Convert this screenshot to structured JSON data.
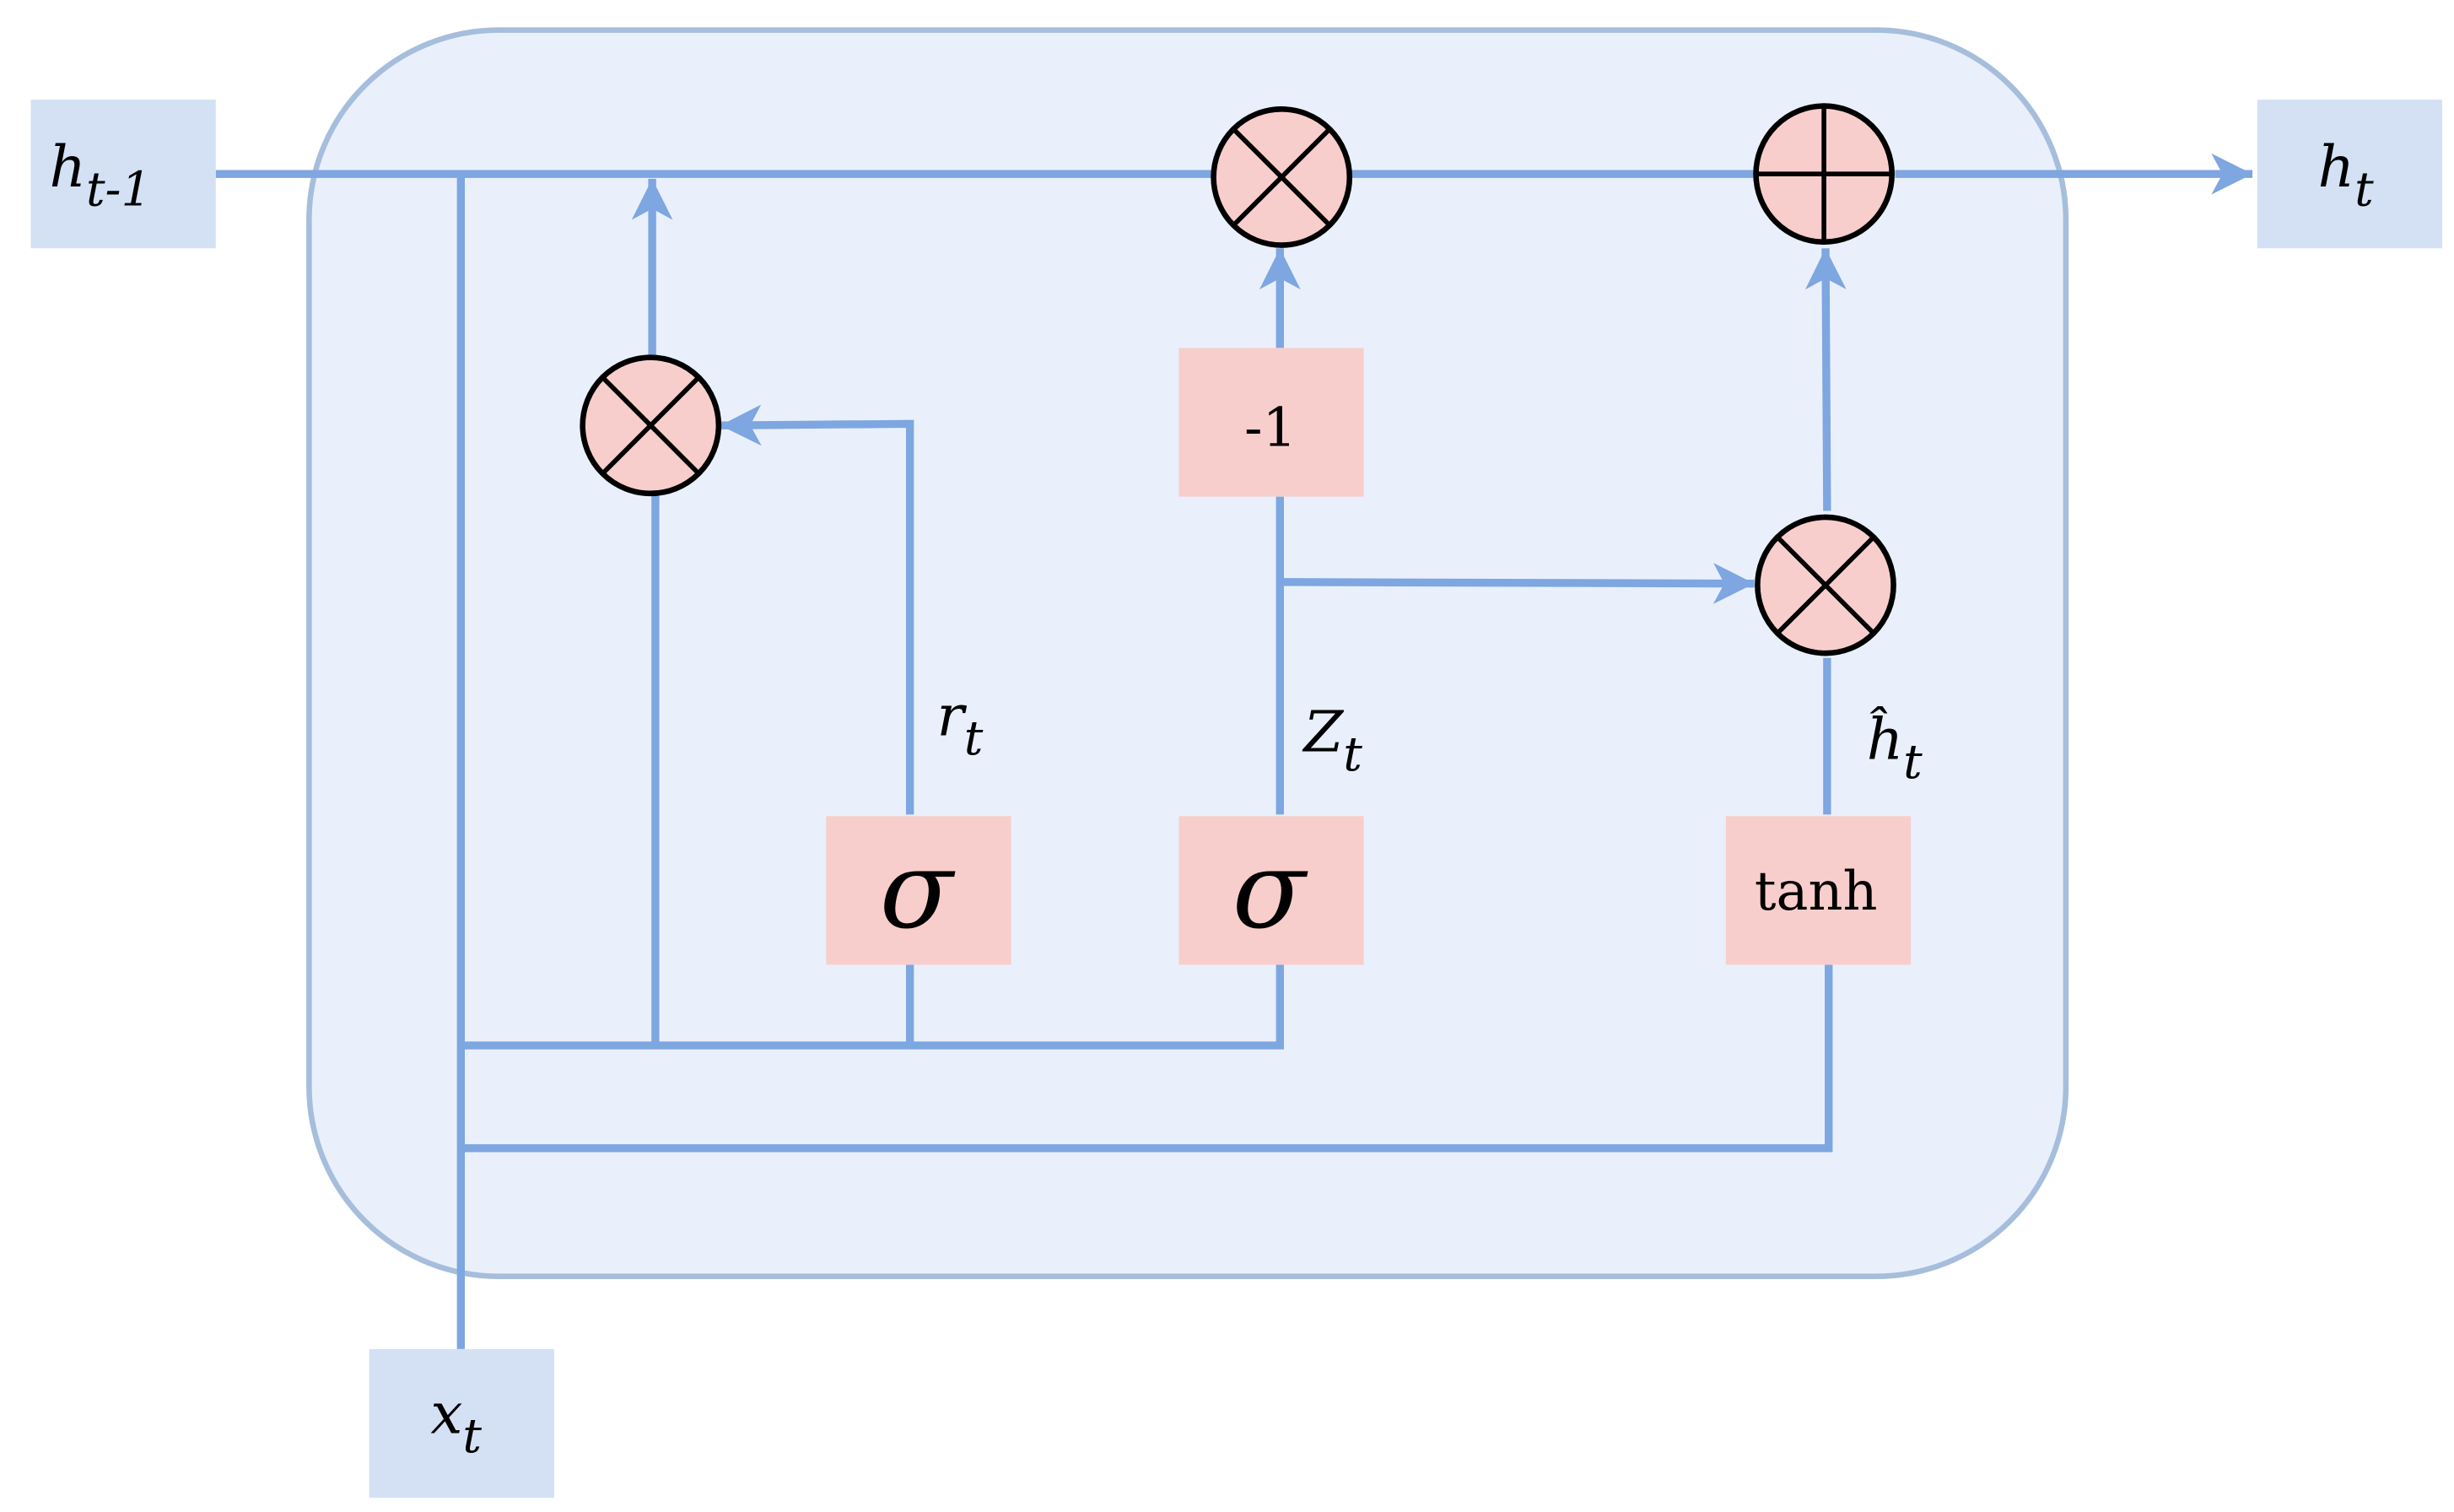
{
  "inputs": {
    "h_prev": {
      "base": "h",
      "sub": "t-1"
    },
    "x": {
      "base": "x",
      "sub": "t"
    }
  },
  "output": {
    "base": "h",
    "sub": "t"
  },
  "gates": {
    "reset": {
      "label": "σ",
      "signal": {
        "base": "r",
        "sub": "t"
      }
    },
    "update": {
      "label": "σ",
      "signal": {
        "base": "Z",
        "sub": "t"
      }
    },
    "candidate": {
      "label": "tanh",
      "signal": {
        "base": "ĥ",
        "sub": "t"
      }
    },
    "negate": {
      "label": "-1"
    }
  },
  "operators": {
    "multiply_reset": "multiply",
    "multiply_top": "multiply",
    "multiply_candidate": "multiply",
    "add_top": "add"
  },
  "colors": {
    "wire": "#7ea6e0",
    "cell_fill": "#e9f0fc",
    "cell_border": "#a6bedc",
    "io_box": "#d4e1f5",
    "gate_box": "#f8cecc"
  }
}
